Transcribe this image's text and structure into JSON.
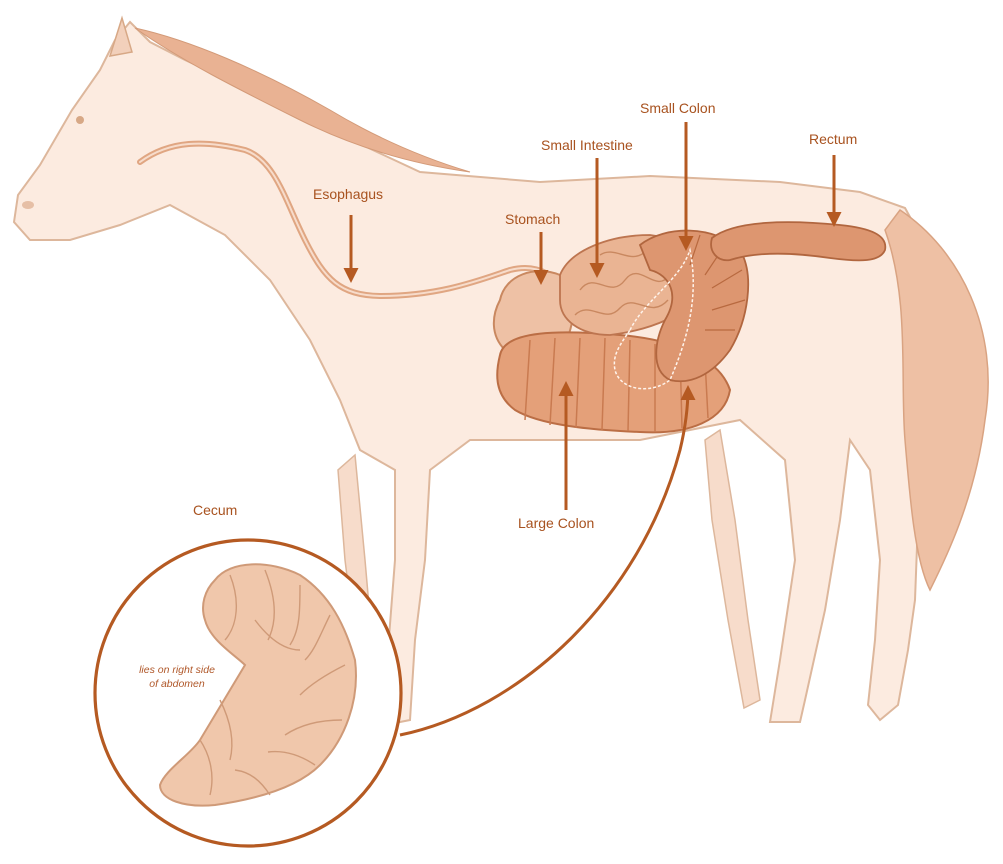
{
  "labels": {
    "esophagus": "Esophagus",
    "stomach": "Stomach",
    "small_intestine": "Small Intestine",
    "small_colon": "Small Colon",
    "rectum": "Rectum",
    "large_colon": "Large Colon",
    "cecum": "Cecum"
  },
  "inset": {
    "note_line1": "lies on right side",
    "note_line2": "of abdomen"
  },
  "colors": {
    "accent": "#b55a22",
    "horse_fill": "#fcebe0",
    "horse_outline": "#ddb79c",
    "organ_fill": "#e3a07b",
    "organ_dark": "#c97a50"
  }
}
